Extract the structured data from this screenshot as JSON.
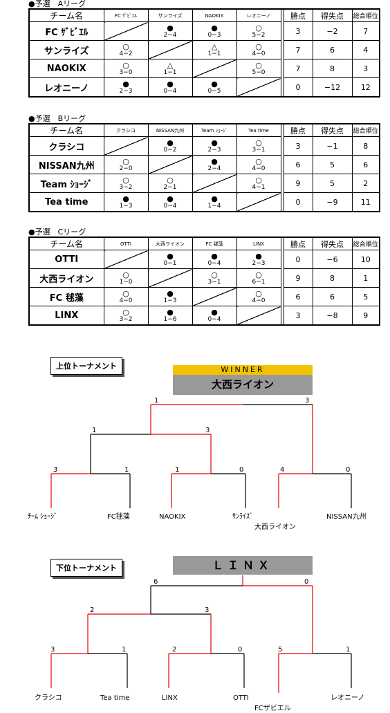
{
  "leagues": [
    {
      "title": "●予選　Aリーグ",
      "header": {
        "team": "チーム名",
        "opponents": [
          "FC ｻﾞﾋﾞｴﾙ",
          "サンライズ",
          "NAOKIX",
          "レオニーノ"
        ],
        "wins": "勝点",
        "goal_diff": "得失点",
        "rank": "総合順位"
      },
      "rows": [
        {
          "team": "FC ｻﾞﾋﾞｴﾙ",
          "cells": [
            null,
            {
              "sym": "●",
              "score": "2−4"
            },
            {
              "sym": "●",
              "score": "0−3"
            },
            {
              "sym": "○",
              "score": "5−2"
            }
          ],
          "wins": "3",
          "goal_diff": "−2",
          "rank": "7"
        },
        {
          "team": "サンライズ",
          "cells": [
            {
              "sym": "○",
              "score": "4−2"
            },
            null,
            {
              "sym": "△",
              "score": "1−1"
            },
            {
              "sym": "○",
              "score": "4−0"
            }
          ],
          "wins": "7",
          "goal_diff": "6",
          "rank": "4"
        },
        {
          "team": "NAOKIX",
          "cells": [
            {
              "sym": "○",
              "score": "3−0"
            },
            {
              "sym": "△",
              "score": "1−1"
            },
            null,
            {
              "sym": "○",
              "score": "5−0"
            }
          ],
          "wins": "7",
          "goal_diff": "8",
          "rank": "3"
        },
        {
          "team": "レオニーノ",
          "cells": [
            {
              "sym": "●",
              "score": "2−3"
            },
            {
              "sym": "●",
              "score": "0−4"
            },
            {
              "sym": "●",
              "score": "0−5"
            },
            null
          ],
          "wins": "0",
          "goal_diff": "−12",
          "rank": "12"
        }
      ]
    },
    {
      "title": "●予選　Bリーグ",
      "header": {
        "team": "チーム名",
        "opponents": [
          "クラシコ",
          "NISSAN九州",
          "Team ｼｮｰｼﾞ",
          "Tea time"
        ],
        "wins": "勝点",
        "goal_diff": "得失点",
        "rank": "総合順位"
      },
      "rows": [
        {
          "team": "クラシコ",
          "cells": [
            null,
            {
              "sym": "●",
              "score": "0−2"
            },
            {
              "sym": "●",
              "score": "2−3"
            },
            {
              "sym": "○",
              "score": "3−1"
            }
          ],
          "wins": "3",
          "goal_diff": "−1",
          "rank": "8"
        },
        {
          "team": "NISSAN九州",
          "cells": [
            {
              "sym": "○",
              "score": "2−0"
            },
            null,
            {
              "sym": "●",
              "score": "2−4"
            },
            {
              "sym": "○",
              "score": "4−0"
            }
          ],
          "wins": "6",
          "goal_diff": "5",
          "rank": "6"
        },
        {
          "team": "Team ｼｮｰｼﾞ",
          "cells": [
            {
              "sym": "○",
              "score": "3−2"
            },
            {
              "sym": "○",
              "score": "2−1"
            },
            null,
            {
              "sym": "○",
              "score": "4−1"
            }
          ],
          "wins": "9",
          "goal_diff": "5",
          "rank": "2"
        },
        {
          "team": "Tea time",
          "cells": [
            {
              "sym": "●",
              "score": "1−3"
            },
            {
              "sym": "●",
              "score": "0−4"
            },
            {
              "sym": "●",
              "score": "1−4"
            },
            null
          ],
          "wins": "0",
          "goal_diff": "−9",
          "rank": "11"
        }
      ]
    },
    {
      "title": "●予選　Cリーグ",
      "header": {
        "team": "チーム名",
        "opponents": [
          "OTTI",
          "大西ライオン",
          "FC 毬藻",
          "LINX"
        ],
        "wins": "勝点",
        "goal_diff": "得失点",
        "rank": "総合順位"
      },
      "rows": [
        {
          "team": "OTTI",
          "cells": [
            null,
            {
              "sym": "●",
              "score": "0−1"
            },
            {
              "sym": "●",
              "score": "0−4"
            },
            {
              "sym": "●",
              "score": "2−3"
            }
          ],
          "wins": "0",
          "goal_diff": "−6",
          "rank": "10"
        },
        {
          "team": "大西ライオン",
          "cells": [
            {
              "sym": "○",
              "score": "1−0"
            },
            null,
            {
              "sym": "○",
              "score": "3−1"
            },
            {
              "sym": "○",
              "score": "6−1"
            }
          ],
          "wins": "9",
          "goal_diff": "8",
          "rank": "1"
        },
        {
          "team": "FC 毬藻",
          "cells": [
            {
              "sym": "○",
              "score": "4−0"
            },
            {
              "sym": "●",
              "score": "1−3"
            },
            null,
            {
              "sym": "○",
              "score": "4−0"
            }
          ],
          "wins": "6",
          "goal_diff": "6",
          "rank": "5"
        },
        {
          "team": "LINX",
          "cells": [
            {
              "sym": "○",
              "score": "3−2"
            },
            {
              "sym": "●",
              "score": "1−6"
            },
            {
              "sym": "●",
              "score": "0−4"
            },
            null
          ],
          "wins": "3",
          "goal_diff": "−8",
          "rank": "9"
        }
      ]
    }
  ],
  "upper": {
    "label": "上位トーナメント",
    "winner_banner": "WINNER",
    "champion": "大西ライオン",
    "teams": [
      "ﾁｰﾑ ｼｮｰｼﾞ",
      "FC毬藻",
      "NAOKIX",
      "ｻﾝﾗｲｽﾞ",
      "大西ライオン",
      "NISSAN九州"
    ],
    "r1_scores": [
      "3",
      "1",
      "1",
      "0",
      "4",
      "0"
    ],
    "sf_scores": [
      "1",
      "3"
    ],
    "final_scores": [
      "1",
      "3"
    ],
    "extra_label": "大西ライオン"
  },
  "lower": {
    "label": "下位トーナメント",
    "champion": "ＬＩＮＸ",
    "teams": [
      "クラシコ",
      "Tea time",
      "LINX",
      "OTTI",
      "FCザビエル",
      "レオニーノ"
    ],
    "r1_scores": [
      "3",
      "1",
      "2",
      "0",
      "5",
      "1"
    ],
    "sf_scores": [
      "2",
      "3"
    ],
    "final_scores": [
      "6",
      "0"
    ]
  },
  "colors": {
    "win_line": "#e60000",
    "line": "#000000",
    "winner_banner": "#f2c200",
    "champion_box": "#999999"
  }
}
